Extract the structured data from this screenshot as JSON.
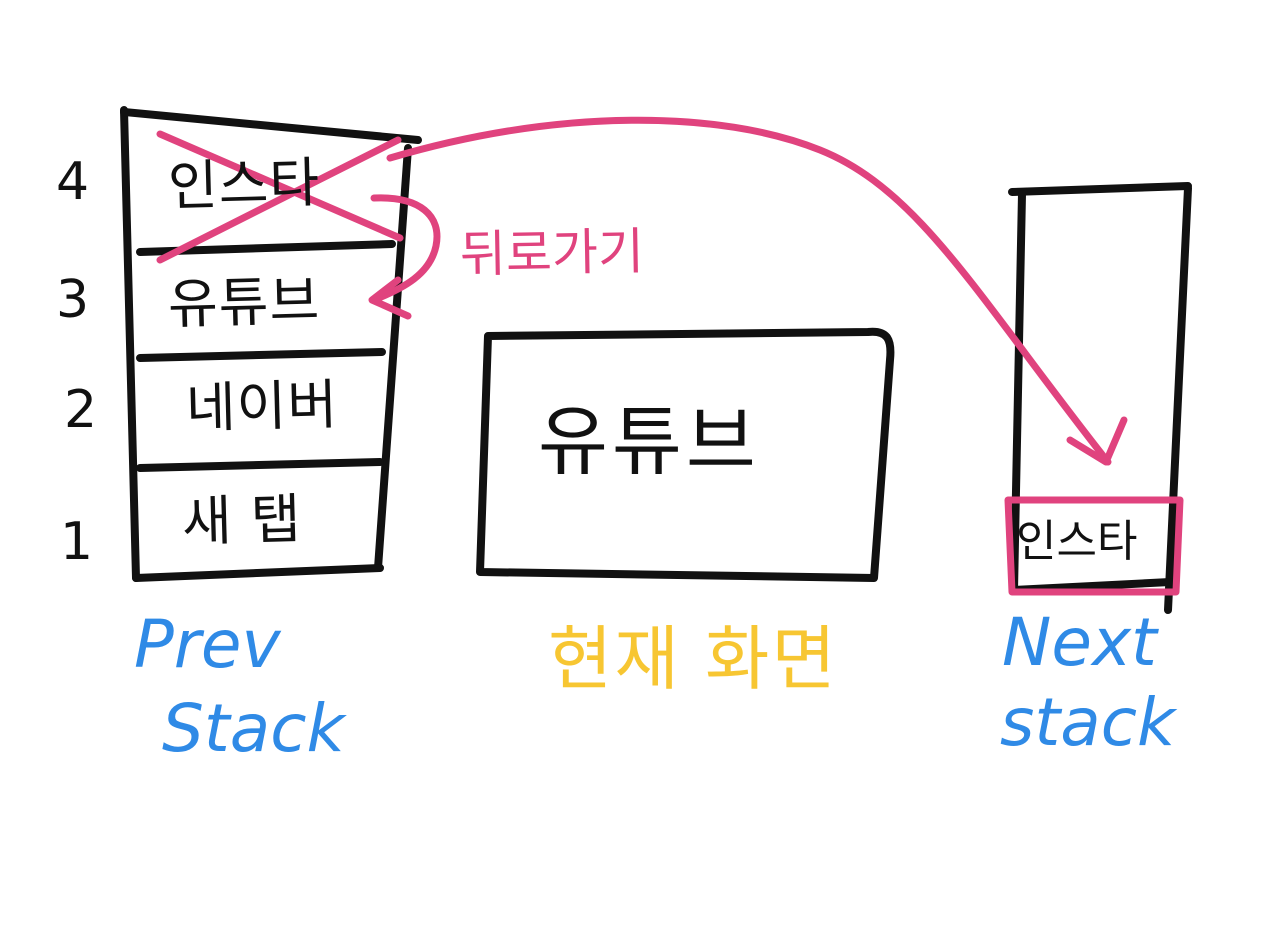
{
  "prev_stack": {
    "label_line1": "Prev",
    "label_line2": "Stack",
    "cells": [
      {
        "number": "4",
        "text": "인스타",
        "crossed_out": true
      },
      {
        "number": "3",
        "text": "유튜브",
        "crossed_out": false
      },
      {
        "number": "2",
        "text": "네이버",
        "crossed_out": false
      },
      {
        "number": "1",
        "text": "새 탭",
        "crossed_out": false
      }
    ]
  },
  "current_screen": {
    "content": "유튜브",
    "label": "현재 화면"
  },
  "next_stack": {
    "label_line1": "Next",
    "label_line2": "stack",
    "cells": [
      {
        "text": "인스타",
        "highlighted": true
      }
    ]
  },
  "annotations": {
    "back_label": "뒤로가기"
  },
  "colors": {
    "ink": "#111111",
    "accent_pink": "#e0437e",
    "label_blue": "#2f8ae6",
    "label_yellow": "#f7c632"
  }
}
